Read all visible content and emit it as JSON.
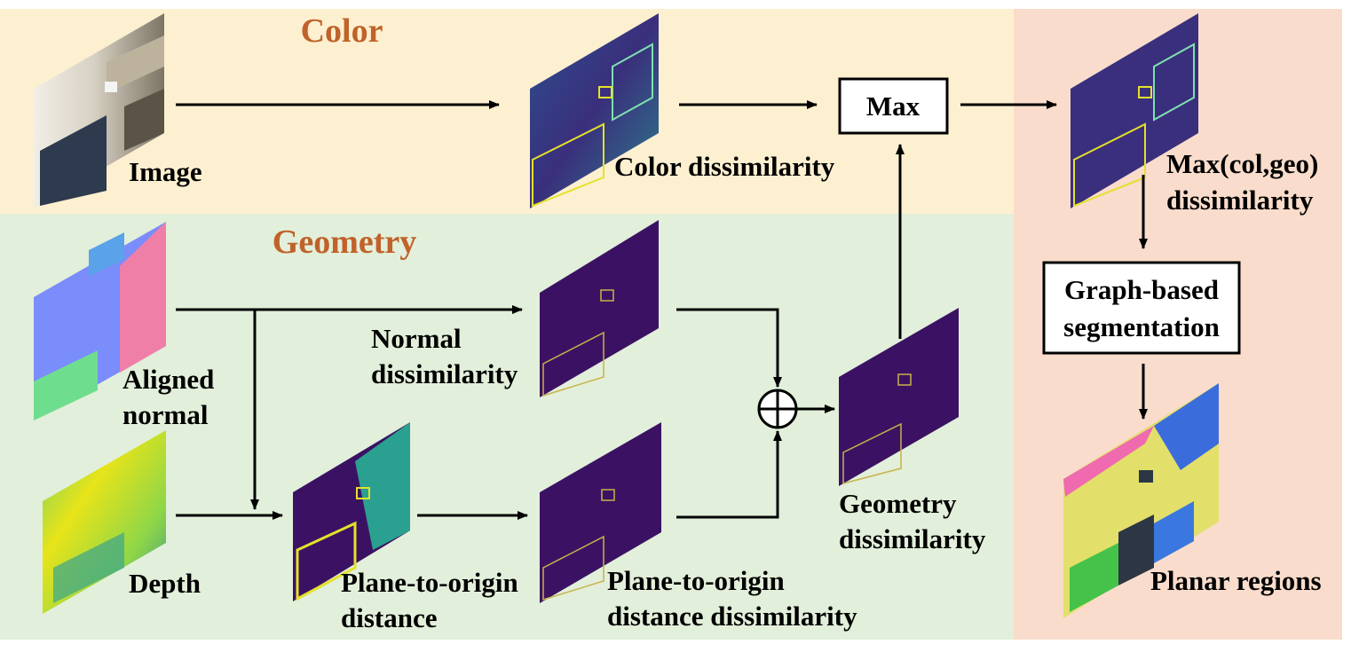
{
  "sections": {
    "color_title": "Color",
    "geometry_title": "Geometry"
  },
  "inputs": {
    "image": "Image",
    "aligned_normal": [
      "Aligned",
      "normal"
    ],
    "depth": "Depth"
  },
  "maps": {
    "color_dissimilarity": "Color dissimilarity",
    "normal_dissimilarity": [
      "Normal",
      "dissimilarity"
    ],
    "plane_to_origin_distance": [
      "Plane-to-origin",
      "distance"
    ],
    "plane_to_origin_distance_dissimilarity": [
      "Plane-to-origin",
      "distance dissimilarity"
    ],
    "geometry_dissimilarity": [
      "Geometry",
      "dissimilarity"
    ],
    "max_dissimilarity": [
      "Max(col,geo)",
      "dissimilarity"
    ],
    "planar_regions": "Planar regions"
  },
  "operations": {
    "max": "Max",
    "graph_segmentation": [
      "Graph-based",
      "segmentation"
    ]
  },
  "colors": {
    "color_bg": "#fdf0d0",
    "geometry_bg": "#e2efda",
    "output_bg": "#f9dccb",
    "title_color": "#c0622a",
    "dissim_dark": "#3b1263",
    "dissim_edge": "#c8b34a"
  }
}
